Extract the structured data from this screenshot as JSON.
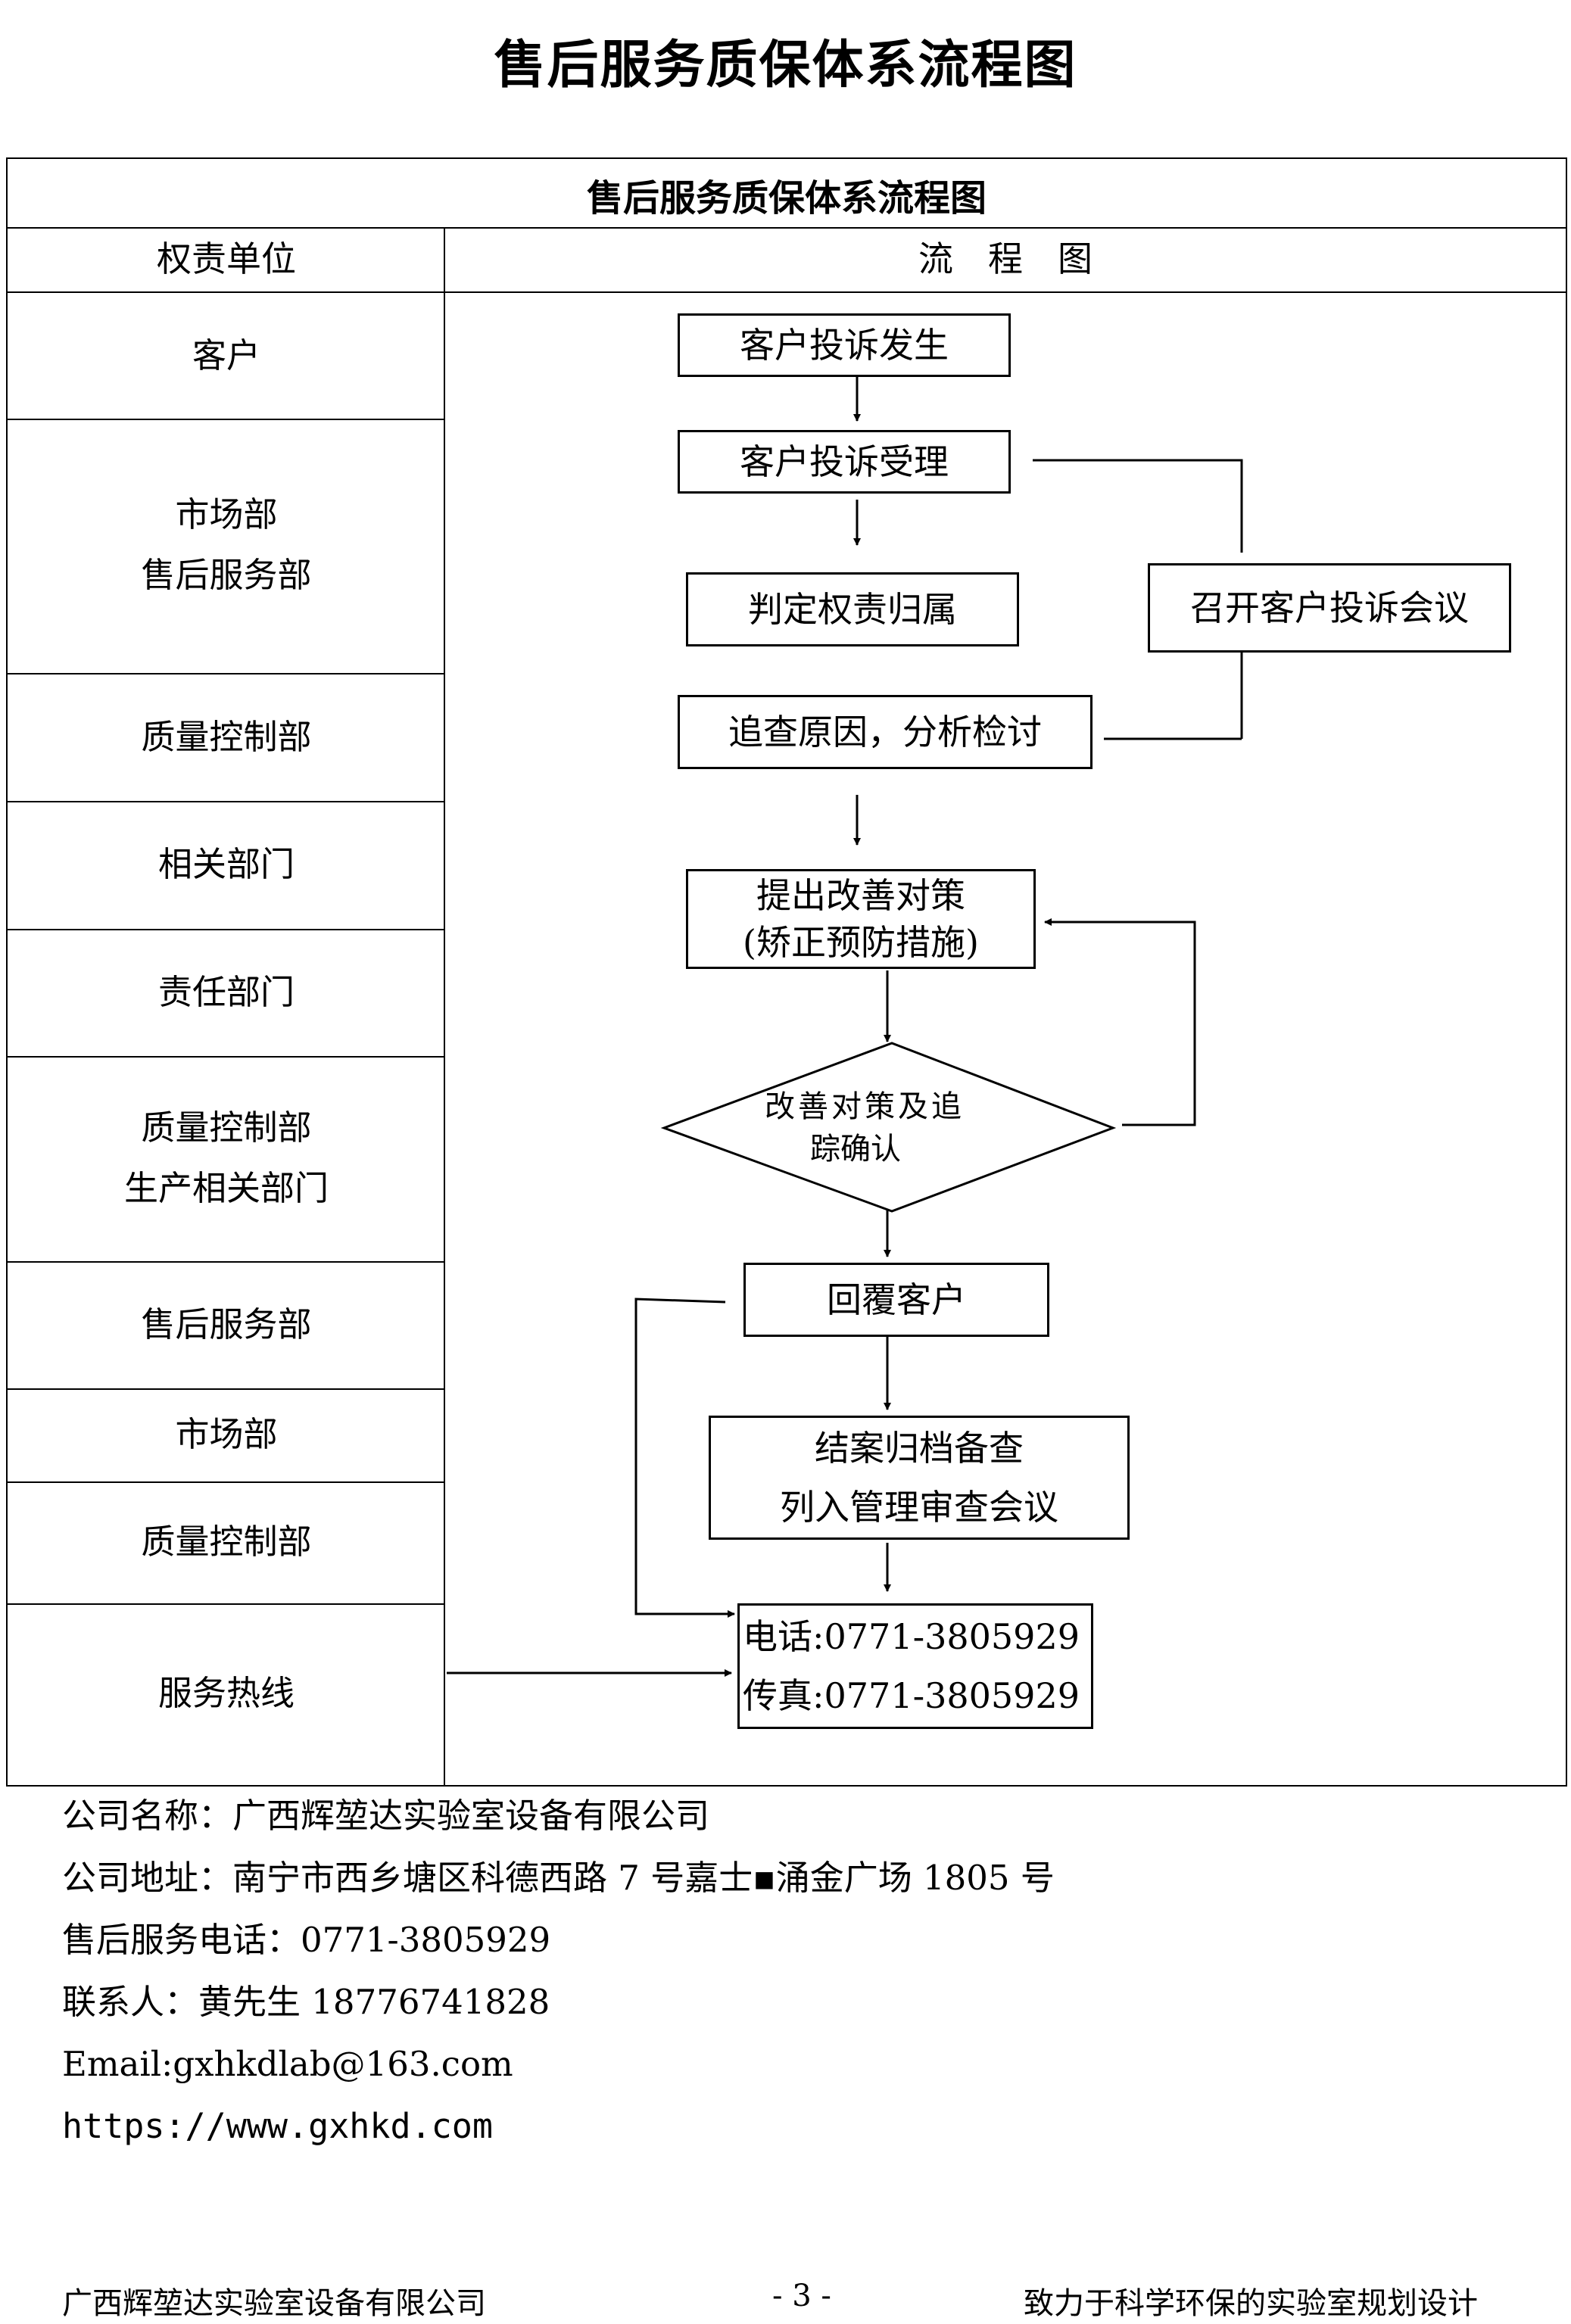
{
  "title": "售后服务质保体系流程图",
  "table": {
    "title": "售后服务质保体系流程图",
    "header": {
      "col1": "权责单位",
      "col2": "流　程　图"
    },
    "units": [
      [
        "客户"
      ],
      [
        "市场部",
        "售后服务部"
      ],
      [
        "质量控制部"
      ],
      [
        "相关部门"
      ],
      [
        "责任部门"
      ],
      [
        "质量控制部",
        "生产相关部门"
      ],
      [
        "售后服务部"
      ],
      [
        "市场部"
      ],
      [
        "质量控制部"
      ],
      [
        "服务热线"
      ]
    ]
  },
  "flow": {
    "complaint_occurs": "客户投诉发生",
    "complaint_accepted": "客户投诉受理",
    "determine_responsibility": "判定权责归属",
    "hold_meeting": "召开客户投诉会议",
    "investigate": "追查原因，分析检讨",
    "improvement_line1": "提出改善对策",
    "improvement_line2": "(矫正预防措施)",
    "confirm_line1": "改善对策及追",
    "confirm_line2": "踪确认",
    "reply": "回覆客户",
    "archive_line1": "结案归档备查",
    "archive_line2": "列入管理审查会议",
    "phone": "电话:0771-3805929",
    "fax": "传真:0771-3805929"
  },
  "company": {
    "name": "公司名称：广西辉堃达实验室设备有限公司",
    "address": "公司地址：南宁市西乡塘区科德西路 7 号嘉士▪涌金广场 1805 号",
    "service_phone": "售后服务电话：0771-3805929",
    "contact": "联系人：黄先生 18776741828",
    "email": "Email:gxhkdlab@163.com",
    "website": "https://www.gxhkd.com"
  },
  "footer": {
    "left": "广西辉堃达实验室设备有限公司",
    "page": "- 3 -",
    "right": "致力于科学环保的实验室规划设计"
  }
}
